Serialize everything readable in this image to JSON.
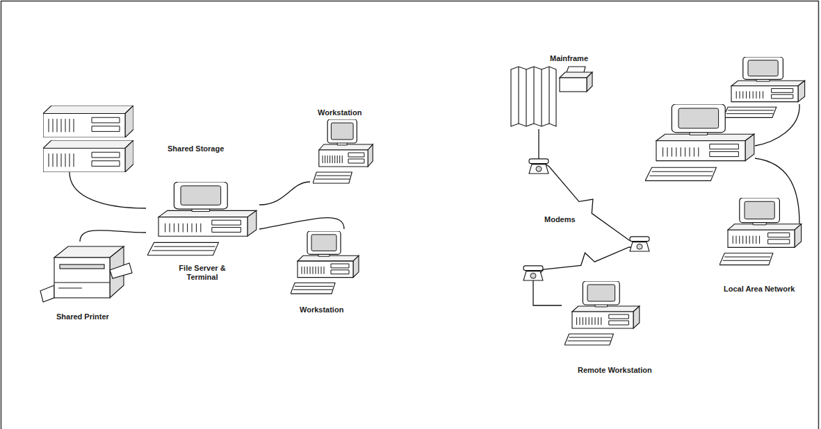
{
  "diagram": {
    "nodes": [
      {
        "text": [
          "Shared Storage"
        ]
      },
      {
        "text": [
          "Shared Printer"
        ]
      },
      {
        "text": [
          "File Server & Terminal"
        ]
      },
      {
        "text": [
          "Workstation"
        ]
      },
      {
        "text": [
          "Workstation"
        ]
      },
      {
        "text": [
          "Mainframe"
        ]
      },
      {
        "text": [
          "Remote Workstation"
        ]
      },
      {
        "text": [
          "Local Area Network"
        ]
      }
    ],
    "edges": [
      {
        "from": 0,
        "to": 2,
        "arrow": "none"
      },
      {
        "from": 1,
        "to": 2,
        "arrow": "none"
      },
      {
        "from": 2,
        "to": 3,
        "arrow": "none"
      },
      {
        "from": 2,
        "to": 4,
        "arrow": "none"
      },
      {
        "from": 5,
        "to": 7,
        "arrow": "none"
      },
      {
        "from": 6,
        "to": 7,
        "arrow": "none"
      }
    ],
    "labels": [
      "Modems"
    ]
  }
}
